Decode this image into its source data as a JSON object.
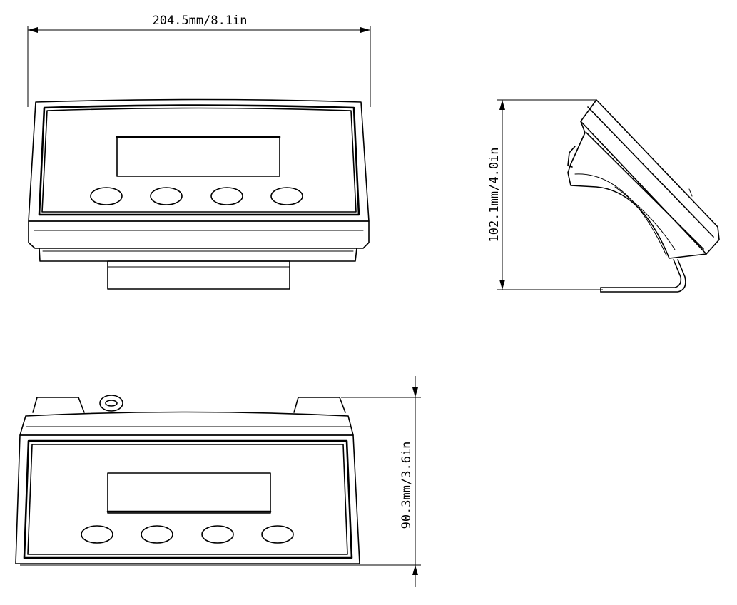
{
  "dimensions": {
    "width": "204.5mm/8.1in",
    "height": "102.1mm/4.0in",
    "depth": "90.3mm/3.6in"
  }
}
